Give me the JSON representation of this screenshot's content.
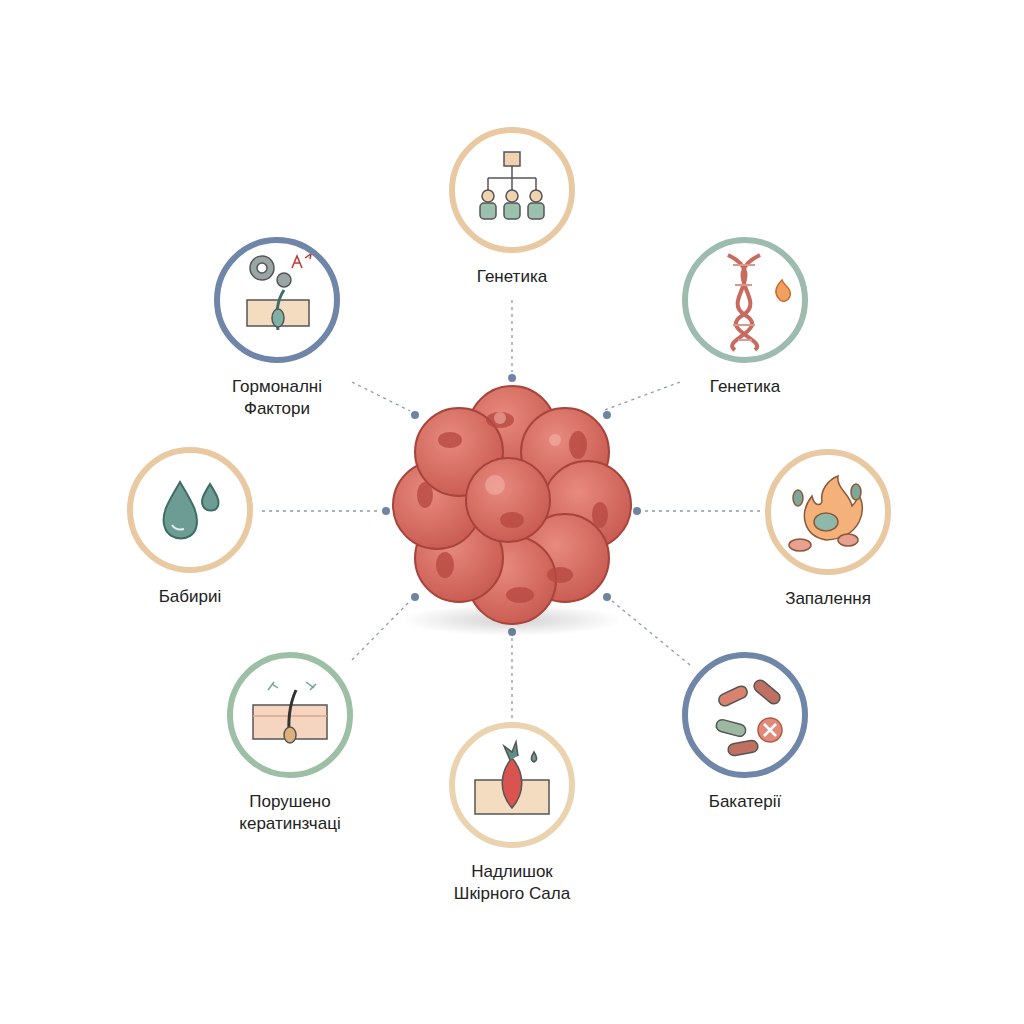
{
  "diagram": {
    "nodes": [
      {
        "text": [
          "Генетика"
        ]
      },
      {
        "text": [
          "Гормоналні Фактори"
        ]
      },
      {
        "text": [
          "Генетика"
        ]
      },
      {
        "text": [
          "Бабириі"
        ]
      },
      {
        "text": [
          "Запалення"
        ]
      },
      {
        "text": [
          "Порушено кератинзчаці"
        ]
      },
      {
        "text": [
          "Бакатерії"
        ]
      },
      {
        "text": [
          "Надлишок Шкірного Сала"
        ]
      }
    ]
  }
}
